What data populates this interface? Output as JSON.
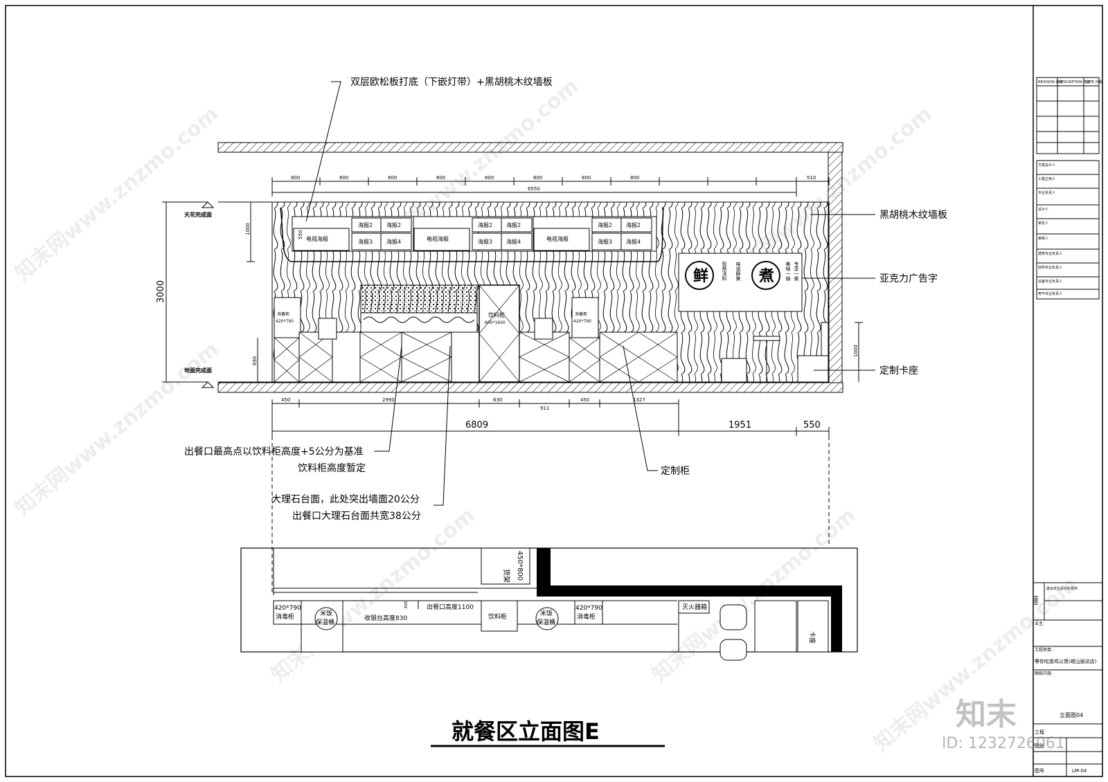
{
  "title": "就餐区立面图E",
  "annotations": {
    "top_left": "双层欧松板打底（下嵌灯带）+黑胡桃木纹墙板",
    "right_wall": "黑胡桃木纹墙板",
    "right_sign": "亚克力广告字",
    "right_seat": "定制卡座",
    "serve_height": "出餐口最高点以饮料柜高度+5公分为基准",
    "cabinet_height": "饮料柜高度暂定",
    "marble1": "大理石台面，此处突出墙面20公分",
    "marble2": "出餐口大理石台面共宽38公分",
    "custom_cabinet": "定制柜"
  },
  "level_labels": {
    "ceiling": "天花完成面",
    "floor": "地面完成面"
  },
  "posters": {
    "tv": "电视海报",
    "p2": "海报2",
    "p3": "海报3",
    "p4": "海报4"
  },
  "elevation_items": {
    "disinfect": "消毒柜",
    "disinfect_size": "420*790",
    "drinks": "饮料柜",
    "drinks_size": "600*1600"
  },
  "sign": {
    "char1": "鲜",
    "char2": "煮",
    "col1": "现熬汤料",
    "col2": "味道鲜美",
    "col3": "美味一锅",
    "col4": "专享一煮"
  },
  "dims_top": [
    "800",
    "800",
    "800",
    "800",
    "800",
    "800",
    "800",
    "800",
    "510"
  ],
  "dim_total_top": "6550",
  "dims_bottom": [
    "450",
    "2990",
    "630",
    "911",
    "450",
    "1327"
  ],
  "dims_main": [
    "6809",
    "1951",
    "550"
  ],
  "dims_vert": {
    "height": "3000",
    "upper": "1000",
    "poster": "550",
    "counter": "650",
    "seat": "1000"
  },
  "plan": {
    "disinfect1": "420*790",
    "disinfect1b": "消毒柜",
    "rice1": "米饭",
    "rice1b": "保温桶",
    "cashier": "收银台高度830",
    "serve": "出餐口高度1100",
    "dim300": "300",
    "drinks": "饮料柜",
    "rice2": "米饭",
    "rice2b": "保温桶",
    "disinfect2": "420*790",
    "disinfect2b": "消毒柜",
    "extinguisher": "灭火器箱",
    "booth": "卡座",
    "shelf": "货架",
    "shelf_size": "450*800"
  },
  "title_block": {
    "rev_headers": [
      "REVISION 修改",
      "DESCRIPTION 内容",
      "DATE 日期"
    ],
    "roles": [
      "方案设计人",
      "工程主持人",
      "专业负责人",
      "设计人",
      "审定人",
      "审核人",
      "建筑专业负责人",
      "结构专业负责人",
      "设备专业负责人",
      "电气专业负责人"
    ],
    "sign_label": "会签",
    "seal_label": "建设单位设计科签字:",
    "owner_label": "业主:",
    "project_label": "工程项目:",
    "project_name": "等你吃饭鸡公煲(崂山丽达店)",
    "content_label": "图纸内容:",
    "content": "立面图04",
    "engineering": "工程",
    "drawing": "图别",
    "number_label": "图号",
    "number": "LM-04"
  },
  "watermark": {
    "site": "知末网www.znzmo.com",
    "logo": "知末",
    "id": "ID: 1232726061"
  }
}
